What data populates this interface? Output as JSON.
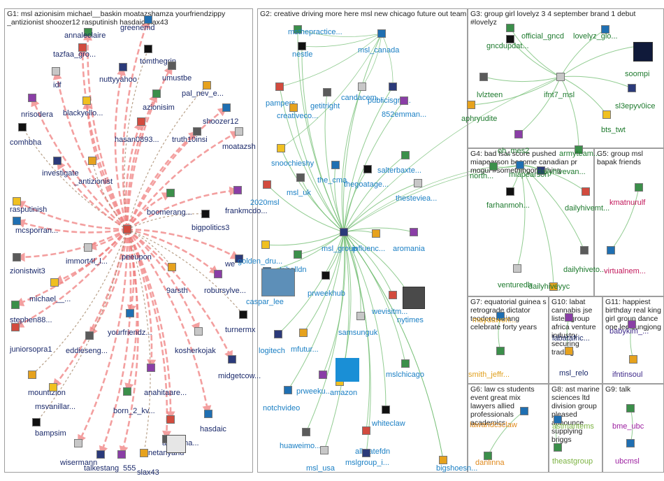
{
  "colors": {
    "g1_label": "#1b2a6b",
    "g1_edge": "#f08080",
    "g1_edge_alt": "#a08060",
    "g2_label": "#1a7fc4",
    "g2_edge": "#6dbb6d",
    "g3_label": "#1e7a2e",
    "g3_edge": "#6dbb6d",
    "g4_label": "#1e7a2e",
    "g5_label": "#c2185b",
    "g6_label": "#e08a1e",
    "g7_label": "#e0a01e",
    "g8_label": "#7cb342",
    "g9_label": "#9c1fa0",
    "g10_label": "#1b2a6b",
    "g11_label": "#3f2a8a",
    "border": "#9e9e9e"
  },
  "groups": [
    {
      "id": "G1",
      "title": "G1: msl azionisim michael__baskin moatazshamza yourfriendzippy _antizionist shoozer12 rasputinish hasdaic slax43"
    },
    {
      "id": "G2",
      "title": "G2: creative driving more here msl new chicago future out team"
    },
    {
      "id": "G3",
      "title": "G3: group girl lovelyz 3 4 september brand 1 debut #lovelyz"
    },
    {
      "id": "G4",
      "title": "G4: bad lsat score pushed miapearson become canadian pr mogul #somethingornothing"
    },
    {
      "id": "G5",
      "title": "G5: group msl bapak friends"
    },
    {
      "id": "G6",
      "title": "G6: law cs students event great mix lawyers allied professionals academics"
    },
    {
      "id": "G7",
      "title": "G7: equatorial guinea s retrograde dictator teodoro obiang celebrate forty years"
    },
    {
      "id": "G8",
      "title": "G8: ast marine sciences ltd division group pleased announce supplying briggs"
    },
    {
      "id": "G9",
      "title": "G9: talk"
    },
    {
      "id": "G10",
      "title": "G10: labat cannabis jse listed group africa venture industry securing trading"
    },
    {
      "id": "G11",
      "title": "G11: happiest birthday real king girl group dance one lee sungjong"
    }
  ],
  "nodes": {
    "g1": [
      "annaleclaire",
      "greenemd",
      "tomthegrin",
      "tazfaa_gro...",
      "umustbe",
      "idf",
      "nuttyyahoo",
      "pal_nev_e...",
      "nrisodera",
      "blackyello...",
      "azionisim",
      "shoozer12",
      "comhbha",
      "hasan0893...",
      "truth10insi",
      "moatazsh",
      "investigate",
      "_antizionist",
      "frankmcdo...",
      "rasputinish",
      "boomerang...",
      "mcsporran...",
      "bigpolitics3",
      "peeupon",
      "zionistwit3",
      "immort4l_l...",
      "we",
      "9arsth",
      "robursylve...",
      "michael__...",
      "stephen88...",
      "yourfriendz...",
      "turnermx",
      "juniorsopra1",
      "eddieseng...",
      "kosherkojak",
      "midgetcow...",
      "mounttzion",
      "anahitaare...",
      "msvanillar...",
      "born_2_kv...",
      "hasdaic",
      "bampsim",
      "avivyona...",
      "netanyahu",
      "wisermann",
      "talkestang",
      "slax43",
      "555"
    ],
    "g2": [
      "msthepractice...",
      "msl_canada",
      "nestle",
      "pampers",
      "getitright",
      "candacem...",
      "publicisgro...",
      "creativeco...",
      "852emman...",
      "snoochieshy",
      "salterbaxte...",
      "the_cma",
      "thegoatage...",
      "2020msl",
      "msl_uk",
      "thesteviea...",
      "msl_group",
      "influenc...",
      "aromania",
      "golden_dru...",
      "triballdn",
      "caspar_lee",
      "prweekhub",
      "wevisitm...",
      "nytimes",
      "samsunguk",
      "logitech",
      "mfutur...",
      "prweeku...",
      "amazon",
      "mslchicago",
      "notchvideo",
      "whiteclaw",
      "allstatefdn",
      "huaweimo...",
      "msl_usa",
      "mslgroup_i...",
      "bigshoesn..."
    ],
    "g3": [
      "official_gncd",
      "lovelyz_glo...",
      "gncdupdat...",
      "soompi",
      "lvlzteen",
      "ifnt7_msl",
      "sl3epyv0ice",
      "aphryudite",
      "oh_mes2",
      "bts_twt",
      "armyteam..."
    ],
    "g4": [
      "north...",
      "miapearson",
      "farhanmoh...",
      "dailyhivemt...",
      "dailyhiveto...",
      "venturedh",
      "dailyhivevan...",
      "dailyhiveyyc"
    ],
    "g5": [
      "kmatnurulf",
      "virtualnem..."
    ],
    "g6": [
      "danlinna",
      "lawandcsclaw"
    ],
    "g7": [
      "smith_jeffr...",
      "maydaworl..."
    ],
    "g8": [
      "theastgroup",
      "astmaritems"
    ],
    "g9": [
      "bme_ubc",
      "ubcmsl"
    ],
    "g10": [
      "msl_relo",
      "labatafric..."
    ],
    "g11": [
      "ifntinsoul",
      "babykim_..."
    ]
  }
}
